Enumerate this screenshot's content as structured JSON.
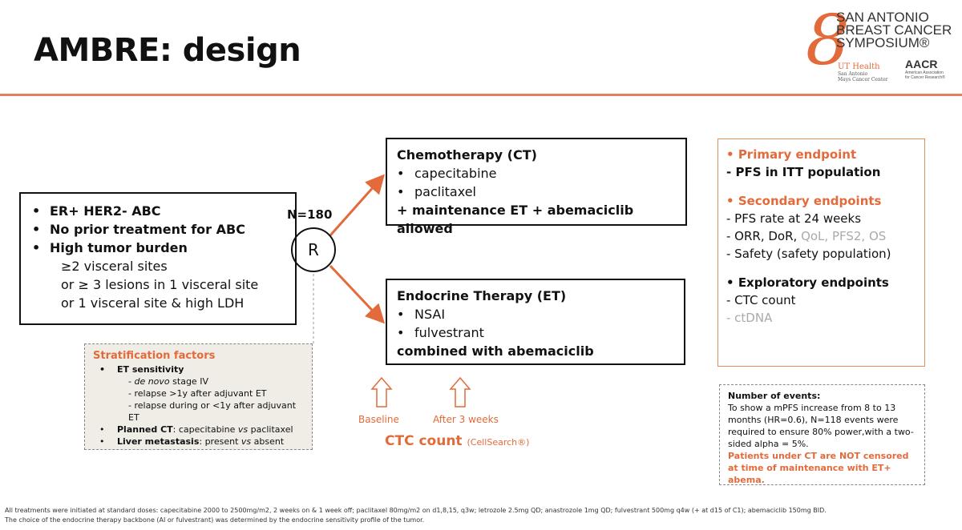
{
  "title": "AMBRE: design",
  "logo": {
    "org_line1": "SAN ANTONIO",
    "org_line2": "BREAST CANCER",
    "org_line3": "SYMPOSIUM®",
    "uth_name": "UT Health",
    "uth_sub1": "San Antonio",
    "uth_sub2": "Mays Cancer Center",
    "aacr_name": "AACR",
    "aacr_sub1": "American Association",
    "aacr_sub2": "for Cancer Research®",
    "accent_color": "#e36a3a"
  },
  "population": {
    "items": [
      "ER+ HER2- ABC",
      "No prior treatment for ABC",
      "High tumor burden"
    ],
    "sub_items": [
      "≥2 visceral sites",
      "or ≥ 3 lesions in 1 visceral site",
      "or 1 visceral site & high LDH"
    ]
  },
  "randomization": {
    "n": "N=180",
    "symbol": "R"
  },
  "arm_ct": {
    "title": "Chemotherapy (CT)",
    "items": [
      "capecitabine",
      "paclitaxel"
    ],
    "note": "+ maintenance ET + abemaciclib allowed"
  },
  "arm_et": {
    "title": "Endocrine Therapy (ET)",
    "items": [
      "NSAI",
      "fulvestrant"
    ],
    "note": "combined with abemaciclib"
  },
  "stratification": {
    "heading": "Stratification factors",
    "et_label": "ET sensitivity",
    "et_sub1": "de novo",
    "et_sub1_rest": " stage IV",
    "et_sub2": "- relapse >1y after adjuvant ET",
    "et_sub3a": "- relapse during or <1y after adjuvant ET",
    "ct_label": "Planned CT",
    "ct_text_a": ": capecitabine ",
    "ct_vs": "vs",
    "ct_text_b": " paclitaxel",
    "liver_label": "Liver metastasis",
    "liver_text_a": ": present ",
    "liver_vs": "vs",
    "liver_text_b": " absent"
  },
  "ctc": {
    "baseline": "Baseline",
    "after": "After 3 weeks",
    "label": "CTC count",
    "method": "(CellSearch®)"
  },
  "endpoints": {
    "primary_heading": "Primary endpoint",
    "primary": "- PFS in ITT population",
    "secondary_heading": "Secondary endpoints",
    "secondary_1": "- PFS rate at 24 weeks",
    "secondary_2a": "- ORR, DoR, ",
    "secondary_2b": "QoL, PFS2, OS",
    "secondary_3": "- Safety (safety population)",
    "exploratory_heading": "Exploratory endpoints",
    "exploratory_1": "- CTC count",
    "exploratory_2": "- ctDNA"
  },
  "events": {
    "heading": "Number of events:",
    "body": "To show a mPFS increase from 8 to 13 months (HR=0.6), N=118 events were required to ensure 80% power,with a two-sided alpha = 5%.",
    "warning": "Patients under CT are NOT censored at time of maintenance with ET+ abema."
  },
  "footnote": {
    "line1": "All treatments were initiated at standard doses: capecitabine 2000 to 2500mg/m2, 2 weeks on & 1 week off; paclitaxel 80mg/m2 on d1,8,15, q3w; letrozole 2.5mg QD; anastrozole 1mg QD; fulvestrant 500mg q4w (+ at d15 of C1); abemaciclib 150mg BID.",
    "line2": "The choice of the endocrine therapy backbone (AI or fulvestrant) was determined by the endocrine sensitivity profile of the tumor."
  }
}
